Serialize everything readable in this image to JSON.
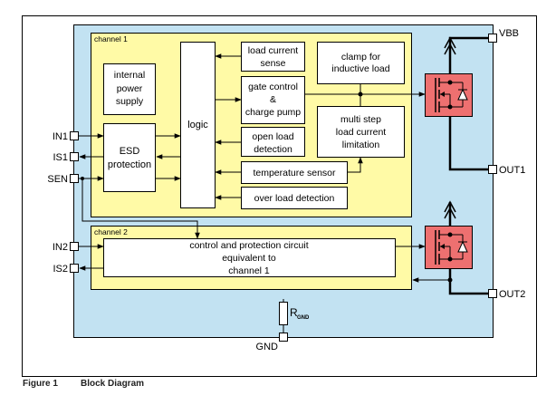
{
  "colors": {
    "package_bg": "#c2e2f2",
    "channel_bg": "#fffaa6",
    "block_bg": "#ffffff",
    "mosfet_bg": "#ee7070",
    "line": "#000000"
  },
  "pins": {
    "in1": "IN1",
    "is1": "IS1",
    "sen": "SEN",
    "in2": "IN2",
    "is2": "IS2",
    "vbb": "VBB",
    "out1": "OUT1",
    "out2": "OUT2",
    "gnd": "GND"
  },
  "channel1": {
    "label": "channel 1",
    "internal_power_supply": [
      "internal",
      "power",
      "supply"
    ],
    "esd_protection": [
      "ESD",
      "protection"
    ],
    "logic": "logic",
    "load_current_sense": [
      "load current",
      "sense"
    ],
    "gate_control": [
      "gate control",
      "&",
      "charge pump"
    ],
    "open_load_detection": [
      "open load",
      "detection"
    ],
    "temperature_sensor": "temperature sensor",
    "over_load_detection": "over load detection",
    "clamp": [
      "clamp for",
      "inductive load"
    ],
    "current_limitation": [
      "multi step",
      "load current",
      "limitation"
    ]
  },
  "channel2": {
    "label": "channel 2",
    "circuit": [
      "control and protection circuit",
      "equivalent to",
      "channel 1"
    ]
  },
  "resistor": {
    "label": "R",
    "subscript": "GND"
  },
  "caption": {
    "figure": "Figure 1",
    "title": "Block Diagram"
  }
}
